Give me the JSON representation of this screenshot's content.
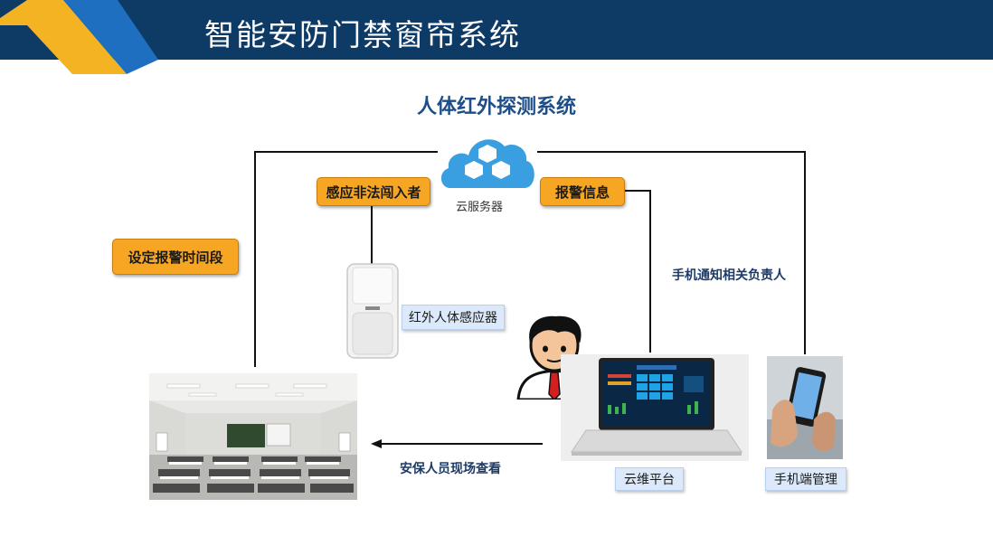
{
  "header": {
    "title": "智能安防门禁窗帘系统"
  },
  "diagram": {
    "title": "人体红外探测系统",
    "cloud_caption": "云服务器",
    "boxes": {
      "sense_intrusion": "感应非法闯入者",
      "alarm_info": "报警信息",
      "set_alarm_period": "设定报警时间段"
    },
    "labels": {
      "ir_sensor": "红外人体感应器",
      "cloud_platform": "云维平台",
      "phone_management": "手机端管理",
      "notify_responsible": "手机通知相关负责人",
      "security_check": "安保人员现场查看"
    }
  },
  "colors": {
    "header_bg": "#0e3a66",
    "accent_orange": "#f6a623",
    "title_blue": "#1d4e88",
    "label_blue_bg": "#dbe9fb"
  }
}
